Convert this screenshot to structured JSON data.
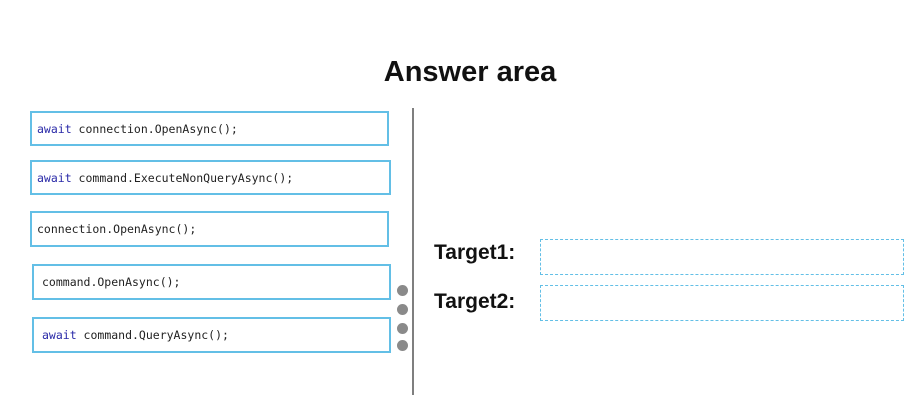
{
  "title": "Answer area",
  "source_items": [
    {
      "keyword": "await",
      "code": " connection.OpenAsync();"
    },
    {
      "keyword": "await",
      "code": " command.ExecuteNonQueryAsync();"
    },
    {
      "keyword": "",
      "code": "connection.OpenAsync();"
    },
    {
      "keyword": "",
      "code": "command.OpenAsync();"
    },
    {
      "keyword": "await",
      "code": " command.QueryAsync();"
    }
  ],
  "targets": [
    {
      "label": "Target1:"
    },
    {
      "label": "Target2:"
    }
  ],
  "colors": {
    "box_border": "#63bfe6",
    "keyword": "#2a2aa8",
    "divider": "#7f7f7f"
  }
}
